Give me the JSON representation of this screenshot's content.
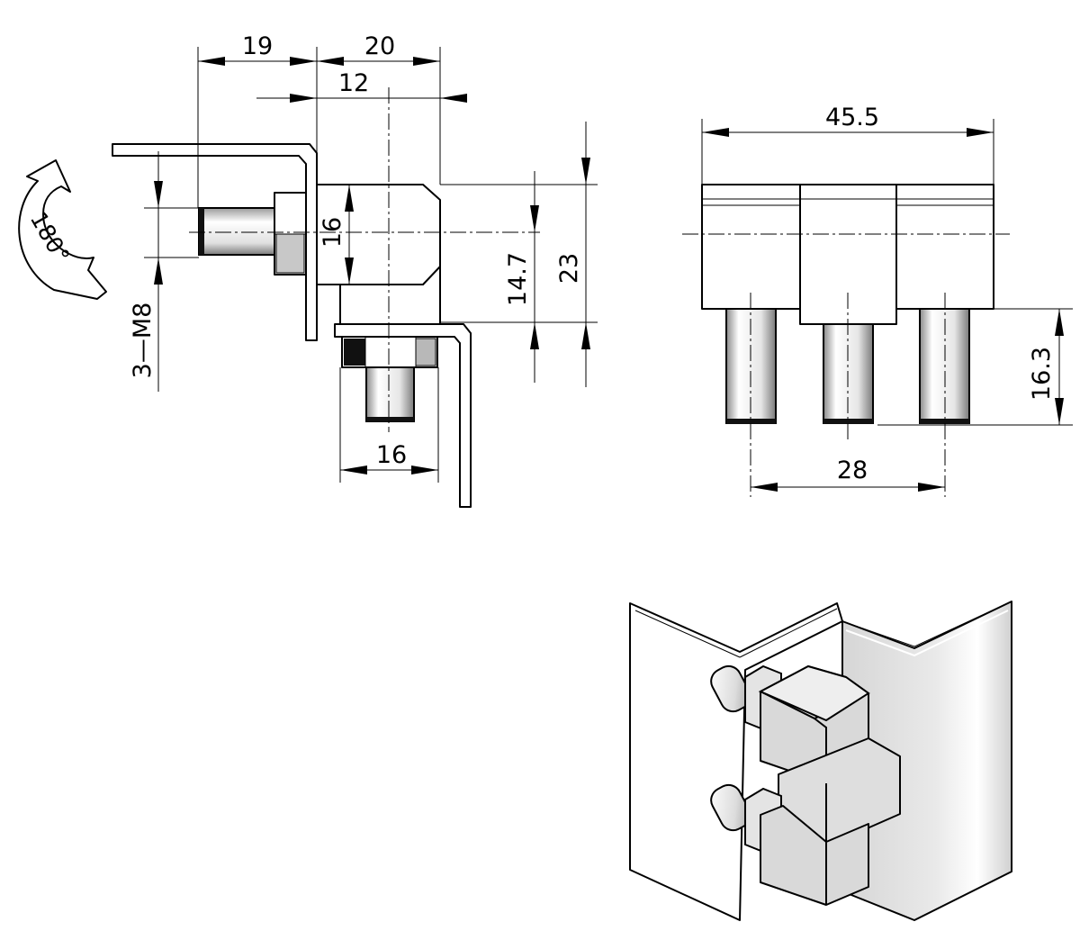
{
  "side_view": {
    "dim_19": "19",
    "dim_20": "20",
    "dim_12": "12",
    "dim_16_height": "16",
    "dim_14_7": "14.7",
    "dim_23": "23",
    "dim_16_bottom": "16",
    "thread_label": "3—M8",
    "rotation_label": "180°"
  },
  "front_view": {
    "dim_45_5": "45.5",
    "dim_16_3": "16.3",
    "dim_28": "28"
  }
}
